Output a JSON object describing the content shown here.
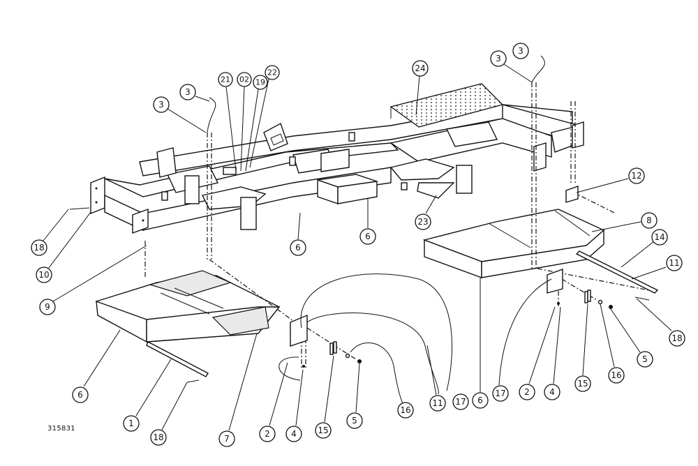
{
  "diagram": {
    "reference_number": "315831",
    "callouts": [
      "1",
      "2",
      "3",
      "4",
      "5",
      "6",
      "7",
      "8",
      "9",
      "10",
      "11",
      "12",
      "14",
      "15",
      "16",
      "17",
      "18",
      "19",
      "21",
      "22",
      "23",
      "24",
      "02"
    ]
  }
}
